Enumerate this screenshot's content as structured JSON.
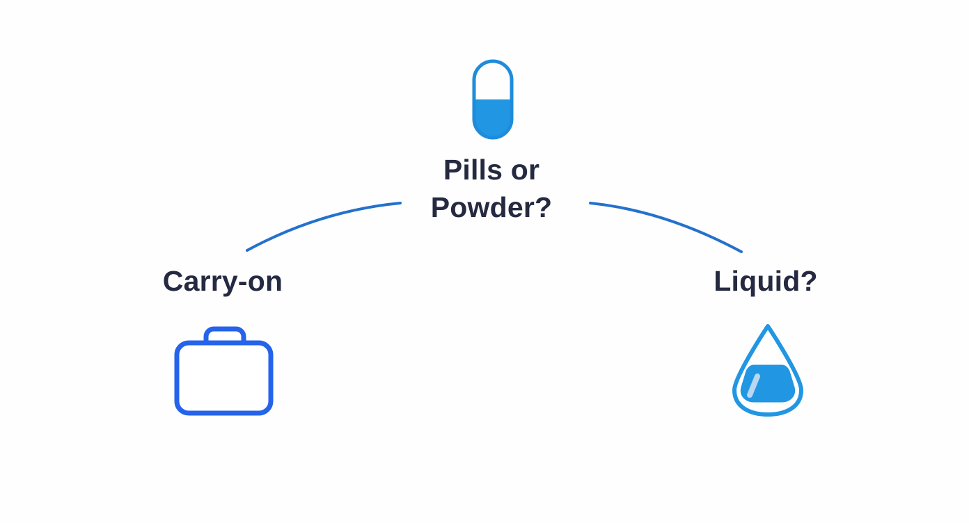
{
  "diagram": {
    "root_node": {
      "icon": "pill-icon",
      "label_line1": "Pills or",
      "label_line2": "Powder?"
    },
    "left_node": {
      "icon": "suitcase-icon",
      "label": "Carry-on"
    },
    "right_node": {
      "icon": "liquid-drop-icon",
      "label": "Liquid?"
    },
    "colors": {
      "icon_blue": "#2196e3",
      "icon_blue_stroke": "#1e8cdb",
      "suitcase_blue": "#2563eb",
      "connector_blue": "#2471cd",
      "text_color": "#252a41",
      "highlight_blue": "#b9d7f2",
      "background": "#fefefe"
    }
  }
}
